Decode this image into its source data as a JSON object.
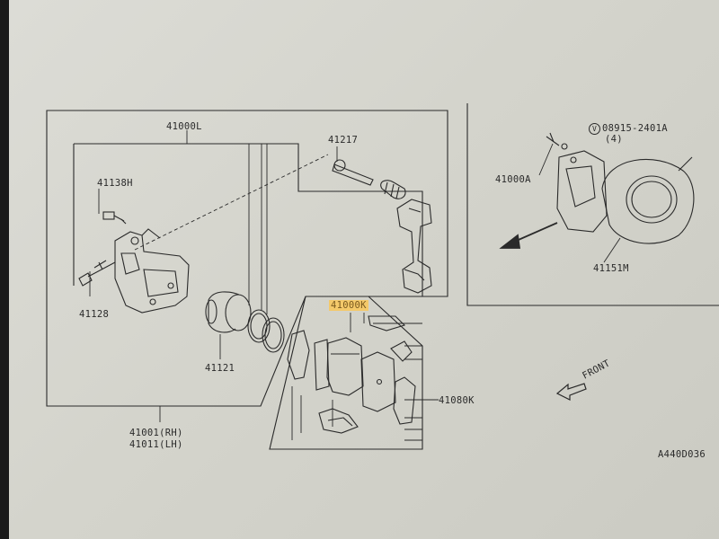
{
  "labels": {
    "caliper_kit": "41000L",
    "pin_kit": "41217",
    "bleeder": "41138H",
    "bolt": "41128",
    "piston": "41121",
    "pad_kit": "41000K",
    "shim_kit": "41080K",
    "assy_rh": "41001(RH)",
    "assy_lh": "41011(LH)",
    "ref_caliper": "41000A",
    "ref_bolt_part": "08915-2401A",
    "ref_bolt_qty": "(4)",
    "ref_bolt_marker": "V",
    "backing_plate": "41151M",
    "front": "FRONT",
    "drawing_code": "A440D036"
  },
  "colors": {
    "line": "#2a2a2a",
    "highlight": "#f4c96a",
    "paper": "#d6d6ce"
  },
  "icons": {
    "front_arrow": "front-arrow-icon",
    "direction_arrow": "direction-arrow-icon"
  }
}
